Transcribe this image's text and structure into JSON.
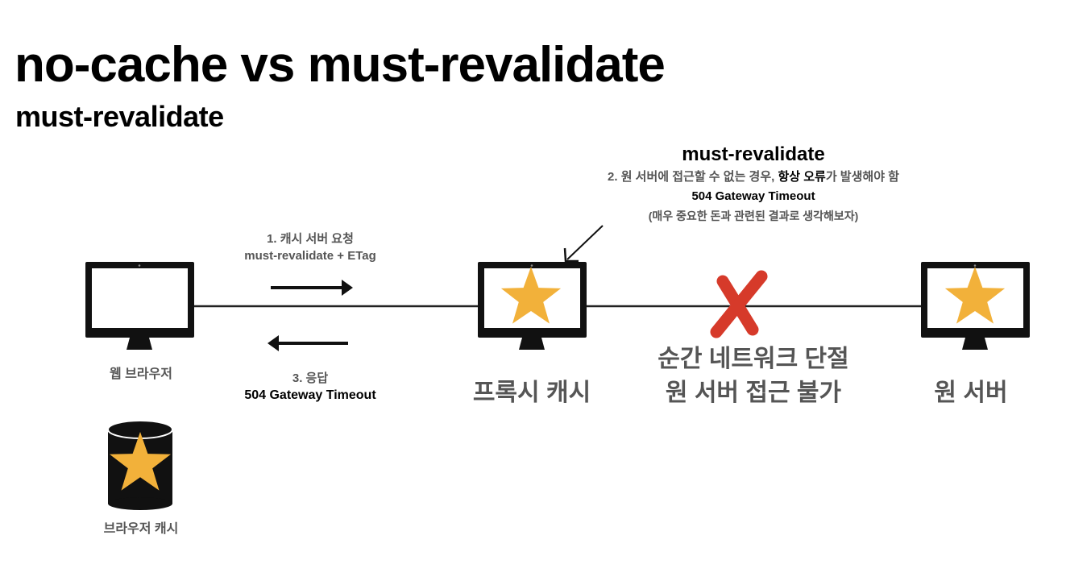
{
  "slide": {
    "title": "no-cache vs must-revalidate",
    "subtitle": "must-revalidate"
  },
  "note": {
    "title": "must-revalidate",
    "line1_prefix": "2. 원 서버에 접근할 수 없는 경우, ",
    "line1_emphasis": "항상 오류",
    "line1_suffix": "가 발생해야 함",
    "line2": "504 Gateway Timeout",
    "line3": "(매우 중요한 돈과 관련된 결과로 생각해보자)"
  },
  "request": {
    "step": "1. 캐시 서버 요청",
    "headers": "must-revalidate + ETag"
  },
  "response": {
    "step": "3. 응답",
    "status": "504 Gateway Timeout"
  },
  "nodes": {
    "browser": "웹 브라우저",
    "browser_cache": "브라우저 캐시",
    "proxy_cache": "프록시 캐시",
    "origin": "원 서버"
  },
  "disconnect": {
    "line1": "순간 네트워크 단절",
    "line2": "원 서버 접근 불가"
  },
  "colors": {
    "star": "#f2b13a",
    "cross": "#d63a2a",
    "label_gray": "#555555"
  }
}
